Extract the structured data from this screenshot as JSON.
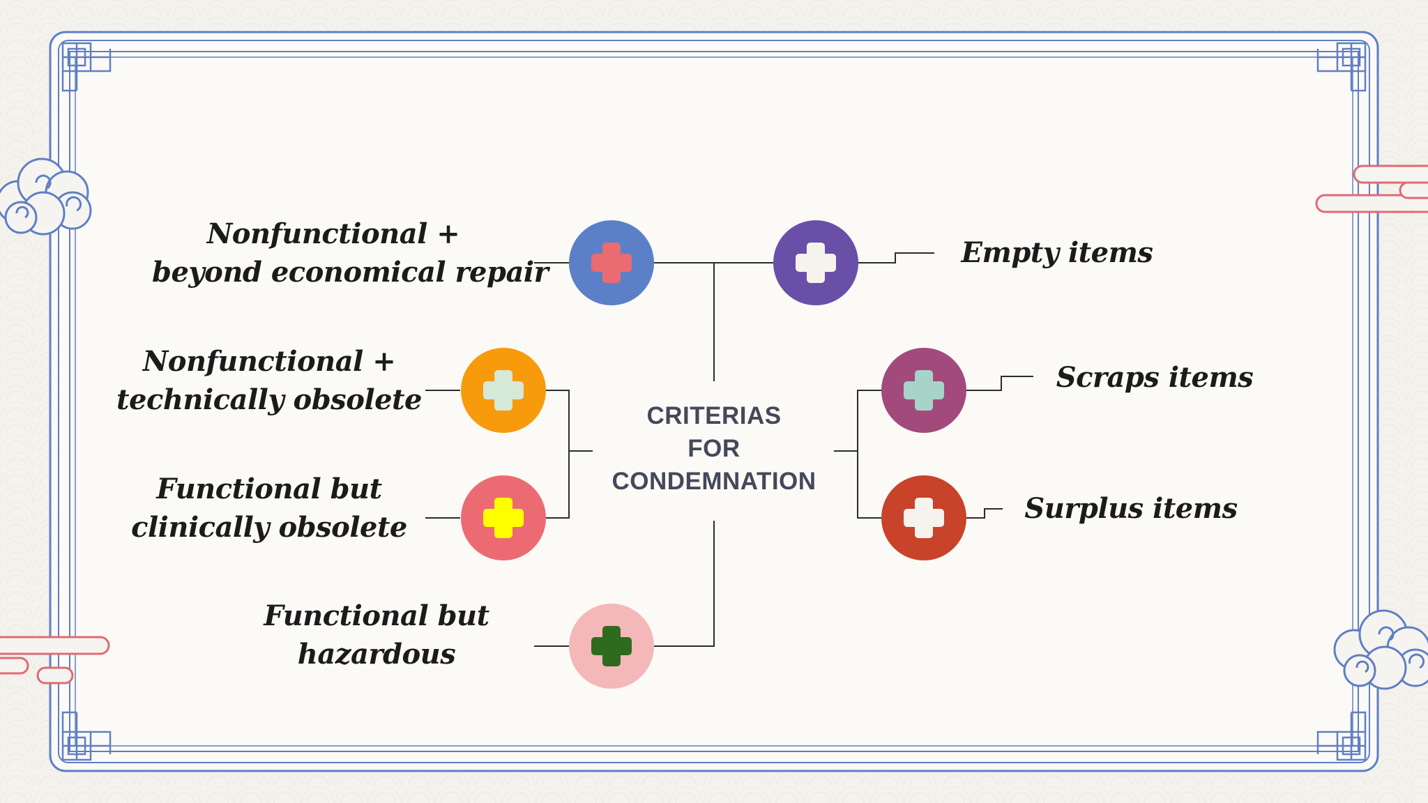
{
  "center": {
    "line1": "CRITERIAS",
    "line2": "FOR",
    "line3": "CONDEMNATION"
  },
  "criteria": [
    {
      "line1": "Nonfunctional +",
      "line2": "beyond economical repair",
      "circle_color": "#5b80c8",
      "cross_color": "#ea6b70"
    },
    {
      "line1": "Nonfunctional +",
      "line2": "technically obsolete",
      "circle_color": "#f79a0c",
      "cross_color": "#d6e8d6"
    },
    {
      "line1": "Functional but",
      "line2": "clinically obsolete",
      "circle_color": "#ec6b72",
      "cross_color": "#ffff00"
    },
    {
      "line1": "Functional but",
      "line2": "hazardous",
      "circle_color": "#f4b8b8",
      "cross_color": "#2f6b1e"
    },
    {
      "line1": "Empty items",
      "circle_color": "#6a4fa8",
      "cross_color": "#f6f2ee"
    },
    {
      "line1": "Scraps items",
      "circle_color": "#a34a7c",
      "cross_color": "#a6d4c8"
    },
    {
      "line1": "Surplus items",
      "circle_color": "#c9422a",
      "cross_color": "#f6f2ee"
    }
  ],
  "colors": {
    "frame": "#5f7fc4",
    "connector": "#2b2b2b",
    "panel": "#fbfaf7",
    "cloud_stroke": "#5f7fc4",
    "cloud_fill": "#f6f4f0",
    "pill_stroke": "#e06a72"
  }
}
